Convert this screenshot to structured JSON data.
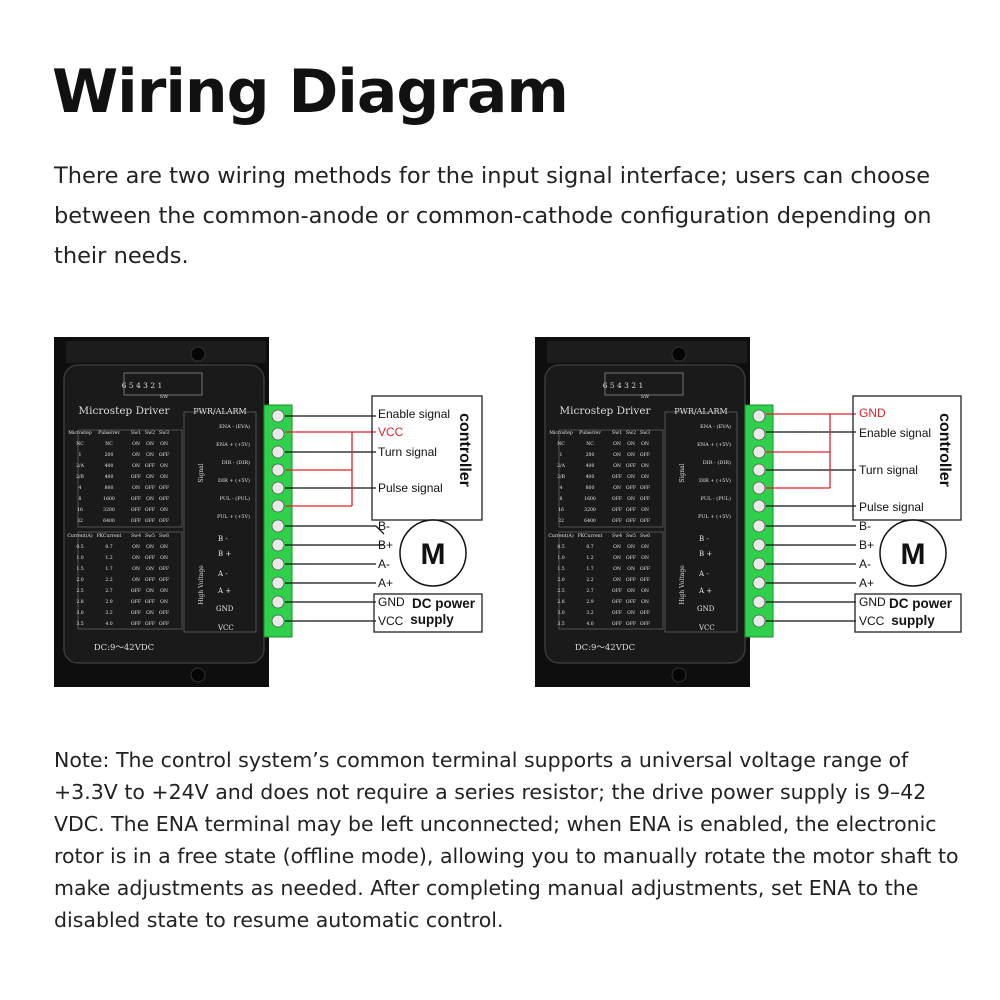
{
  "title": "Wiring Diagram",
  "intro": "There are two wiring methods for the input signal interface; users can choose between the common-anode or common-cathode configuration depending on their needs.",
  "note": "Note: The control system’s common terminal supports a universal voltage range of +3.3V to +24V and does not require a series resistor; the drive power supply is 9–42 VDC. The ENA terminal may be left unconnected; when ENA is enabled, the electronic rotor is in a free state (offline mode), allowing you to manually rotate the motor shaft to make adjustments as needed. After completing manual adjustments, set ENA to the disabled state to resume automatic control.",
  "driver": {
    "dip_numbers": "6 5 4 3 2 1",
    "dip_label": "SW",
    "name": "Microstep Driver",
    "pwr_alarm": "PWR/ALARM",
    "signal_label": "Signal",
    "high_voltage_label": "High Voltage",
    "input_pins": [
      "ENA - (EVA)",
      "ENA + (+5V)",
      "DIR - (DIR)",
      "DIR + (+5V)",
      "PUL - (PUL)",
      "PUL + (+5V)"
    ],
    "output_pins": [
      "B -",
      "B +",
      "A -",
      "A +",
      "GND",
      "VCC"
    ],
    "voltage": "DC:9～42VDC",
    "table1_headers": [
      "Microstep",
      "Pulse/rev",
      "Sw1",
      "Sw2",
      "Sw3"
    ],
    "table1_rows": [
      [
        "NC",
        "NC",
        "ON",
        "ON",
        "ON"
      ],
      [
        "1",
        "200",
        "ON",
        "ON",
        "OFF"
      ],
      [
        "2/A",
        "400",
        "ON",
        "OFF",
        "ON"
      ],
      [
        "2/B",
        "400",
        "OFF",
        "ON",
        "ON"
      ],
      [
        "4",
        "800",
        "ON",
        "OFF",
        "OFF"
      ],
      [
        "8",
        "1600",
        "OFF",
        "ON",
        "OFF"
      ],
      [
        "16",
        "3200",
        "OFF",
        "OFF",
        "ON"
      ],
      [
        "32",
        "6400",
        "OFF",
        "OFF",
        "OFF"
      ]
    ],
    "table2_headers": [
      "Current(A)",
      "PKCurrent",
      "Sw4",
      "Sw5",
      "Sw6"
    ],
    "table2_rows": [
      [
        "0.5",
        "0.7",
        "ON",
        "ON",
        "ON"
      ],
      [
        "1.0",
        "1.2",
        "ON",
        "OFF",
        "ON"
      ],
      [
        "1.5",
        "1.7",
        "ON",
        "ON",
        "OFF"
      ],
      [
        "2.0",
        "2.2",
        "ON",
        "OFF",
        "OFF"
      ],
      [
        "2.5",
        "2.7",
        "OFF",
        "ON",
        "ON"
      ],
      [
        "2.8",
        "2.9",
        "OFF",
        "OFF",
        "ON"
      ],
      [
        "3.0",
        "3.2",
        "OFF",
        "ON",
        "OFF"
      ],
      [
        "3.5",
        "4.0",
        "OFF",
        "OFF",
        "OFF"
      ]
    ]
  },
  "common_anode": {
    "signals": [
      "Enable signal",
      "VCC",
      "Turn signal",
      "Pulse signal"
    ],
    "controller": "controller",
    "motor_pins": [
      "B-",
      "B+",
      "A-",
      "A+"
    ],
    "motor": "M",
    "supply_pins": [
      "GND",
      "VCC"
    ],
    "supply_label_1": "DC power",
    "supply_label_2": "supply"
  },
  "common_cathode": {
    "signals": [
      "GND",
      "Enable signal",
      "Turn signal",
      "Pulse signal"
    ],
    "controller": "controller",
    "motor_pins": [
      "B-",
      "B+",
      "A-",
      "A+"
    ],
    "motor": "M",
    "supply_pins": [
      "GND",
      "VCC"
    ],
    "supply_label_1": "DC power",
    "supply_label_2": "supply"
  },
  "colors": {
    "red_wire": "#e0202a",
    "terminal_green": "#2fd04a",
    "driver_body": "#141414"
  }
}
